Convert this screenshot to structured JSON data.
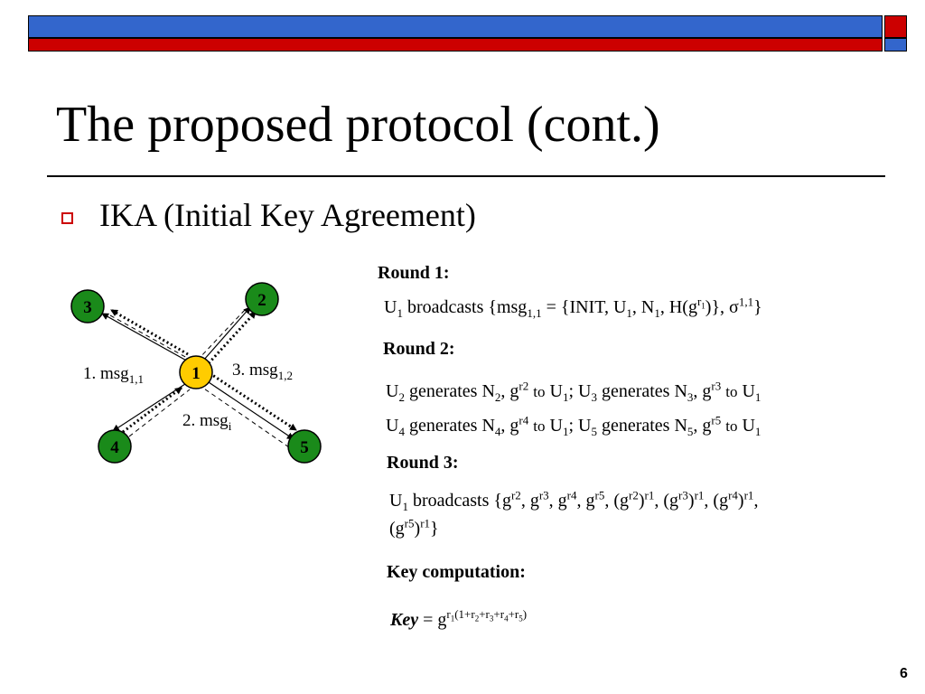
{
  "slide": {
    "title": "The proposed protocol (cont.)",
    "bullet": "IKA (Initial Key Agreement)",
    "page_number": "6"
  },
  "colors": {
    "blue": "#3366cc",
    "red": "#cc0000",
    "node_green": "#1a8a1a",
    "node_yellow": "#ffcc00"
  },
  "diagram": {
    "nodes": {
      "n1": "1",
      "n2": "2",
      "n3": "3",
      "n4": "4",
      "n5": "5"
    },
    "labels": {
      "msg11_prefix": "1. msg",
      "msg11_sub": "1,1",
      "msg12_prefix": "3. msg",
      "msg12_sub": "1,2",
      "msgi_prefix": "2. msg",
      "msgi_sub": "i"
    }
  },
  "rounds": {
    "round1": {
      "heading": "Round 1:"
    },
    "round2": {
      "heading": "Round 2:"
    },
    "round3": {
      "heading": "Round 3:"
    },
    "key": {
      "heading": "Key computation:",
      "label": "Key"
    }
  }
}
